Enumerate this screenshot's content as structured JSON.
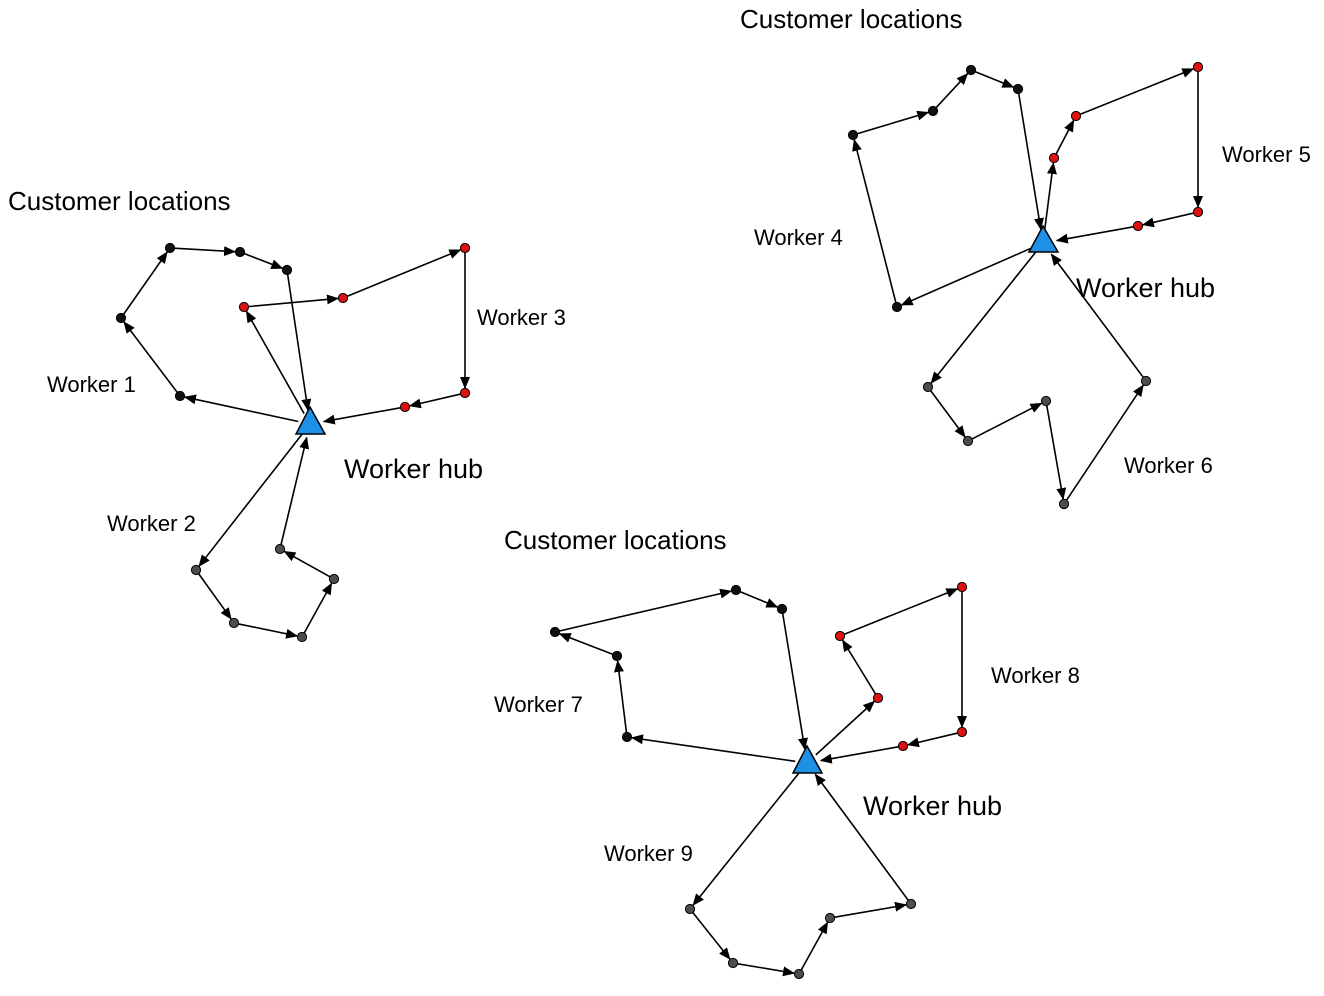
{
  "colors": {
    "hub": "#1e90e6",
    "stop_black": "#111111",
    "stop_red": "#dd1111",
    "stop_gray": "#4d4d4d",
    "edge": "#000000"
  },
  "clusters": [
    {
      "title": "Customer locations",
      "hub_label": "Worker hub",
      "routes": [
        {
          "label": "Worker 1",
          "stop_color": "black"
        },
        {
          "label": "Worker 2",
          "stop_color": "gray"
        },
        {
          "label": "Worker 3",
          "stop_color": "red"
        }
      ]
    },
    {
      "title": "Customer locations",
      "hub_label": "Worker hub",
      "routes": [
        {
          "label": "Worker 4",
          "stop_color": "black"
        },
        {
          "label": "Worker 5",
          "stop_color": "red"
        },
        {
          "label": "Worker 6",
          "stop_color": "gray"
        }
      ]
    },
    {
      "title": "Customer locations",
      "hub_label": "Worker hub",
      "routes": [
        {
          "label": "Worker 7",
          "stop_color": "black"
        },
        {
          "label": "Worker 8",
          "stop_color": "red"
        },
        {
          "label": "Worker 9",
          "stop_color": "gray"
        }
      ]
    }
  ]
}
